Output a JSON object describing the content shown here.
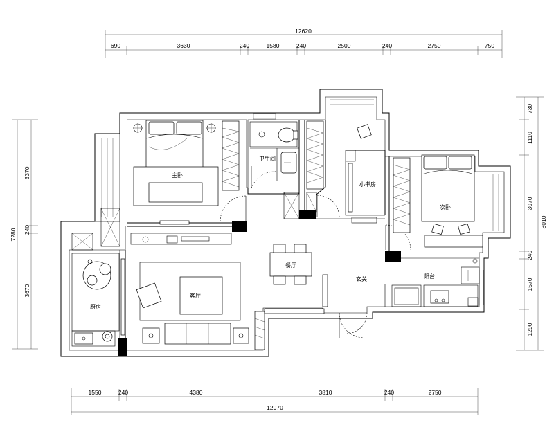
{
  "dimensions": {
    "top_total": "12620",
    "top_segments": [
      "690",
      "3630",
      "240",
      "1580",
      "240",
      "2500",
      "240",
      "2750",
      "750"
    ],
    "bottom_segments": [
      "1550",
      "240",
      "4380",
      "3810",
      "240",
      "2750"
    ],
    "bottom_total": "12970",
    "left_total": "7280",
    "left_segments": [
      "3370",
      "240",
      "3670"
    ],
    "right_total": "8010",
    "right_segments": [
      "730",
      "1110",
      "3070",
      "240",
      "1570",
      "1290"
    ]
  },
  "rooms": {
    "master_bedroom": "主卧",
    "bathroom": "卫生间",
    "study": "小书房",
    "second_bedroom": "次卧",
    "dining": "餐厅",
    "living": "客厅",
    "kitchen": "厨房",
    "entrance": "玄关",
    "balcony_room": "阳台"
  }
}
